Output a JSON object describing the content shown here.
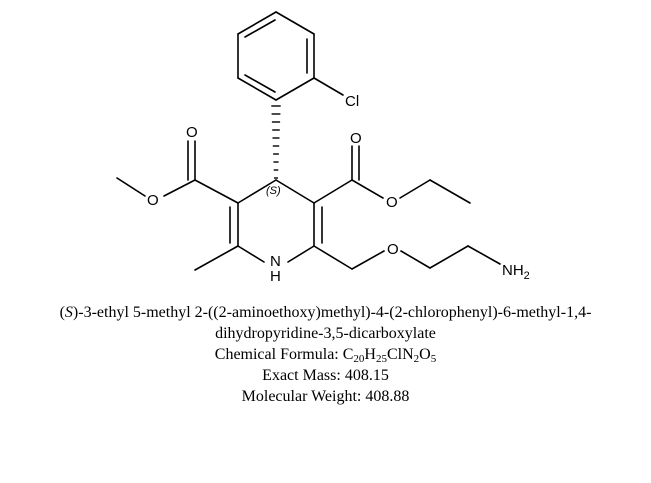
{
  "atoms": {
    "chlorine": "Cl",
    "ester_oxygen_left_carbonyl": "O",
    "ester_oxygen_left_methoxy": "O",
    "ester_oxygen_right_carbonyl": "O",
    "ester_oxygen_right_ethoxy": "O",
    "ether_oxygen": "O",
    "ring_nitrogen": "N",
    "ring_nitrogen_hydrogen": "H",
    "amine": "NH",
    "amine_subscript": "2",
    "stereo_label": "(S)"
  },
  "caption": {
    "name_prefix": "(",
    "name_stereo": "S",
    "name_line1_rest": ")-3-ethyl 5-methyl 2-((2-aminoethoxy)methyl)-4-(2-chlorophenyl)-6-methyl-1,4-",
    "name_line2": "dihydropyridine-3,5-dicarboxylate",
    "formula_label": "Chemical Formula: ",
    "formula": {
      "c": "C",
      "c_n": "20",
      "h": "H",
      "h_n": "25",
      "cl": "Cl",
      "n": "N",
      "n_n": "2",
      "o": "O",
      "o_n": "5"
    },
    "exact_mass": "Exact Mass: 408.15",
    "molecular_weight": "Molecular Weight: 408.88"
  }
}
